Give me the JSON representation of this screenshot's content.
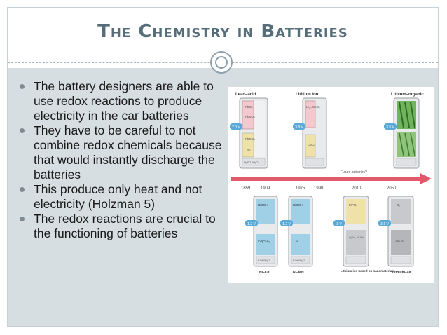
{
  "slide": {
    "title": "The Chemistry in Batteries",
    "bullets": [
      "The battery designers are able to use redox reactions to produce electricity in the car batteries",
      "They have to be careful to not combine redox chemicals because that would instantly discharge the batteries",
      "This produce only heat and not electricity (Holzman 5)",
      "The redox reactions are crucial to the functioning of batteries"
    ]
  },
  "figure": {
    "top_labels": [
      "Lead–acid",
      "Lithium ion",
      "Lithium–organic"
    ],
    "bottom_labels": [
      "Ni–Cd",
      "Ni–MH",
      "Lithium ion based on nanomaterials",
      "Lithium–air"
    ],
    "timeline_years": [
      "1859",
      "1909",
      "1975",
      "1990",
      "2010",
      "2050"
    ],
    "future_label": "Future batteries?",
    "voltages_top": [
      "2.0 V",
      "3.8 V",
      "3.5 V"
    ],
    "voltages_bottom": [
      "1.2 V",
      "1.2 V",
      "3 V",
      "3.1 V"
    ],
    "colors": {
      "timeline": "#e05a6a",
      "voltage_badge": "#58a8d8",
      "cell_pink": "#f3c9cf",
      "cell_yellow": "#eee2a8",
      "cell_green": "#6fb35a",
      "cell_blue": "#9fd0e6",
      "cell_grey": "#c7c9cd"
    }
  }
}
